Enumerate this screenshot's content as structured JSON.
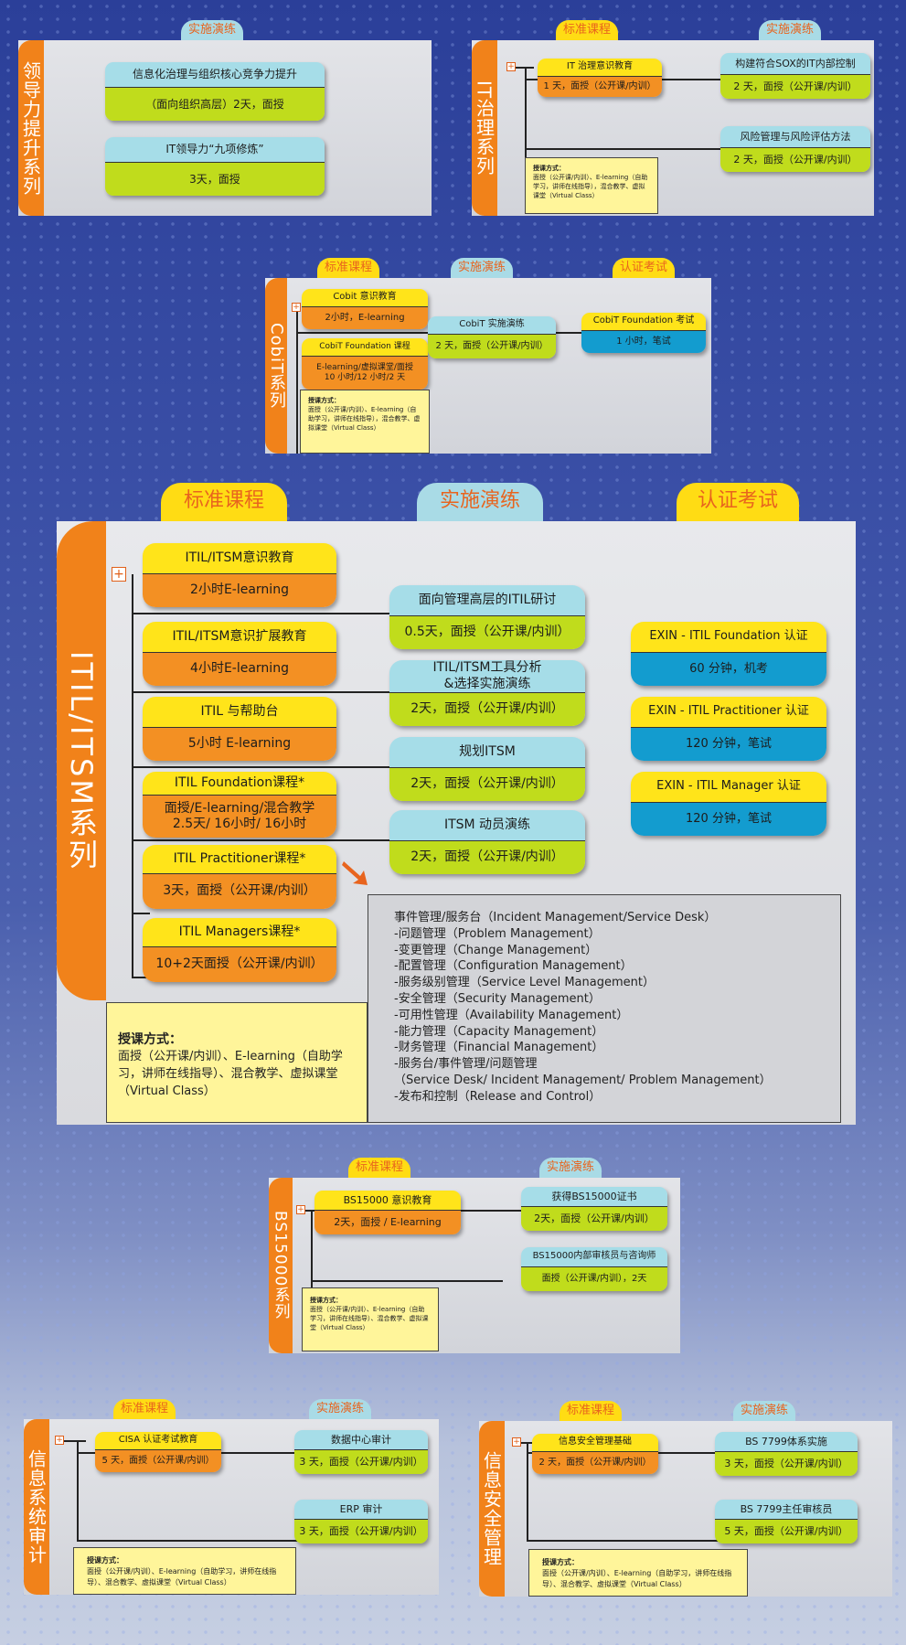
{
  "leadership": {
    "side": "领导力提升系列",
    "tab_impl": "实施演练",
    "items": [
      {
        "top": "信息化治理与组织核心竞争力提升",
        "bottom": "（面向组织高层）2天，面授"
      },
      {
        "top": "IT领导力“九项修炼”",
        "bottom": "3天，面授"
      }
    ]
  },
  "itgov": {
    "side": "IT治理系列",
    "tab_std": "标准课程",
    "tab_impl": "实施演练",
    "std": {
      "top": "IT 治理意识教育",
      "bottom": "1 天，面授（公开课/内训）"
    },
    "impl": [
      {
        "top": "构建符合SOX的IT内部控制",
        "bottom": "2 天，面授（公开课/内训）"
      },
      {
        "top": "风险管理与风险评估方法",
        "bottom": "2 天，面授（公开课/内训）"
      }
    ],
    "method_title": "授课方式：",
    "method_text": "面授（公开课/内训）、E-learning（自助学习，讲师在线指导），混合教学、虚拟课堂（Virtual Class）"
  },
  "cobit": {
    "side": "CobiT系列",
    "tab_std": "标准课程",
    "tab_impl": "实施演练",
    "tab_cert": "认证考试",
    "std": [
      {
        "top": "Cobit 意识教育",
        "bottom": "2小时，E-learning"
      },
      {
        "top": "CobiT Foundation 课程",
        "bottom": "E-learning/虚拟课堂/面授",
        "bottom2": "10 小时/12 小时/2 天"
      }
    ],
    "impl": {
      "top": "CobiT 实施演练",
      "bottom": "2 天，面授（公开课/内训）"
    },
    "cert": {
      "top": "CobiT Foundation 考试",
      "bottom": "1 小时，笔试"
    },
    "method_title": "授课方式：",
    "method_text": "面授（公开课/内训）、E-learning（自助学习，讲师在线指导），混合教学、虚拟课堂（Virtual Class）"
  },
  "itil": {
    "side": "ITIL/ITSM系列",
    "tab_std": "标准课程",
    "tab_impl": "实施演练",
    "tab_cert": "认证考试",
    "std": [
      {
        "top": "ITIL/ITSM意识教育",
        "bottom": "2小时E-learning"
      },
      {
        "top": "ITIL/ITSM意识扩展教育",
        "bottom": "4小时E-learning"
      },
      {
        "top": "ITIL 与帮助台",
        "bottom": "5小时 E-learning"
      },
      {
        "top": "ITIL Foundation课程*",
        "bottom": "面授/E-learning/混合教学",
        "bottom2": "2.5天/ 16小时/ 16小时"
      },
      {
        "top": "ITIL Practitioner课程*",
        "bottom": "3天，面授（公开课/内训）"
      },
      {
        "top": "ITIL Managers课程*",
        "bottom": "10+2天面授（公开课/内训）"
      }
    ],
    "impl": [
      {
        "top": "面向管理高层的ITIL研讨",
        "bottom": "0.5天，面授（公开课/内训）"
      },
      {
        "top": "ITIL/ITSM工具分析",
        "top2": "&选择实施演练",
        "bottom": "2天，面授（公开课/内训）"
      },
      {
        "top": "规划ITSM",
        "bottom": "2天，面授（公开课/内训）"
      },
      {
        "top": "ITSM 动员演练",
        "bottom": "2天，面授（公开课/内训）"
      }
    ],
    "cert": [
      {
        "top": "EXIN - ITIL Foundation 认证",
        "bottom": "60 分钟，机考"
      },
      {
        "top": "EXIN - ITIL Practitioner 认证",
        "bottom": "120 分钟，笔试"
      },
      {
        "top": "EXIN - ITIL Manager 认证",
        "bottom": "120 分钟，笔试"
      }
    ],
    "method_title": "授课方式：",
    "method_text": "面授（公开课/内训）、E-learning（自助学习，讲师在线指导）、混合教学、虚拟课堂（Virtual Class）",
    "processes": [
      "事件管理/服务台（Incident Management/Service Desk）",
      "-问题管理（Problem Management）",
      "-变更管理（Change Management）",
      "-配置管理（Configuration Management）",
      "-服务级别管理（Service Level Management）",
      "-安全管理（Security Management）",
      "-可用性管理（Availability Management）",
      "-能力管理（Capacity Management）",
      "-财务管理（Financial Management）",
      "-服务台/事件管理/问题管理",
      "（Service Desk/ Incident Management/ Problem Management）",
      "-发布和控制（Release and Control）"
    ]
  },
  "bs15000": {
    "side": "BS15000系列",
    "tab_std": "标准课程",
    "tab_impl": "实施演练",
    "std": {
      "top": "BS15000 意识教育",
      "bottom": "2天，面授 / E-learning"
    },
    "impl": [
      {
        "top": "获得BS15000证书",
        "bottom": "2天，面授（公开课/内训）"
      },
      {
        "top": "BS15000内部审核员与咨询师",
        "bottom": "面授（公开课/内训），2天"
      }
    ],
    "method_title": "授课方式：",
    "method_text": "面授（公开课/内训）、E-learning（自助学习，讲师在线指导）、混合教学、虚拟课堂（Virtual Class）"
  },
  "isaudit": {
    "side": "信息系统审计",
    "tab_std": "标准课程",
    "tab_impl": "实施演练",
    "std": {
      "top": "CISA 认证考试教育",
      "bottom": "5 天，面授（公开课/内训）"
    },
    "impl": [
      {
        "top": "数据中心审计",
        "bottom": "3 天，面授（公开课/内训）"
      },
      {
        "top": "ERP 审计",
        "bottom": "3 天，面授（公开课/内训）"
      }
    ],
    "method_title": "授课方式：",
    "method_text": "面授（公开课/内训）、E-learning（自助学习，讲师在线指导）、混合教学、虚拟课堂（Virtual Class）"
  },
  "infosec": {
    "side": "信息安全管理",
    "tab_std": "标准课程",
    "tab_impl": "实施演练",
    "std": {
      "top": "信息安全管理基础",
      "bottom": "2 天，面授（公开课/内训）"
    },
    "impl": [
      {
        "top": "BS 7799体系实施",
        "bottom": "3 天，面授（公开课/内训）"
      },
      {
        "top": "BS 7799主任审核员",
        "bottom": "5 天，面授（公开课/内训）"
      }
    ],
    "method_title": "授课方式：",
    "method_text": "面授（公开课/内训）、E-learning（自助学习，讲师在线指导）、混合教学、虚拟课堂（Virtual Class）"
  },
  "colors": {
    "orange": "#f1821a",
    "yellow": "#ffe41a",
    "lightblue": "#a6dde8",
    "lime": "#c0dc1c",
    "cyan": "#139ccf"
  }
}
